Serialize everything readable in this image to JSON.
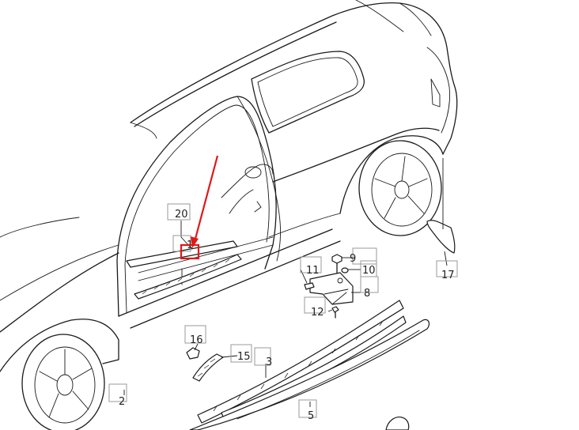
{
  "diagram": {
    "callouts": [
      {
        "id": "c20",
        "label": "20"
      },
      {
        "id": "c1",
        "label": "1"
      },
      {
        "id": "c9",
        "label": "9"
      },
      {
        "id": "c10",
        "label": "10"
      },
      {
        "id": "c11",
        "label": "11"
      },
      {
        "id": "c8",
        "label": "8"
      },
      {
        "id": "c12",
        "label": "12"
      },
      {
        "id": "c17",
        "label": "17"
      },
      {
        "id": "c16",
        "label": "16"
      },
      {
        "id": "c15",
        "label": "15"
      },
      {
        "id": "c3",
        "label": "3"
      },
      {
        "id": "c2",
        "label": "2"
      },
      {
        "id": "c5",
        "label": "5"
      }
    ],
    "colors": {
      "line": "#1a1a1a",
      "callout_border": "#9a9a9a",
      "highlight": "#e01818"
    }
  }
}
